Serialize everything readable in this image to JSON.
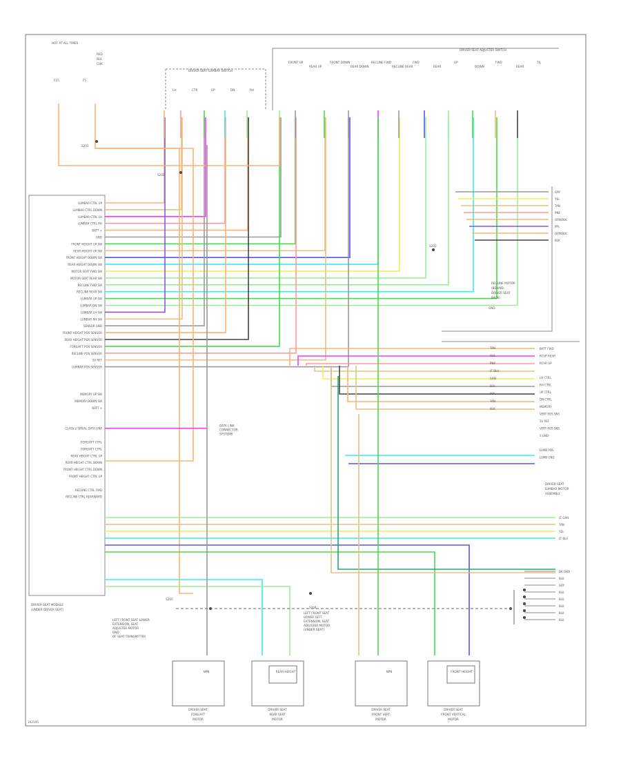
{
  "top_left": {
    "hot_label_lines": [
      "HOT AT ALL TIMES"
    ],
    "fuse_labels": [
      "F15",
      "F5"
    ],
    "extra_lines": [
      "RED",
      "BLK",
      "CHK"
    ]
  },
  "switch_left": {
    "label": "DRIVER SEAT LUMBAR SWITCH",
    "pins": [
      "LH",
      "CTR",
      "UP",
      "DN",
      "RH"
    ]
  },
  "switch_right": {
    "label": "DRIVER SEAT ADJUSTER SWITCH",
    "pins": [
      "FRONT UP",
      "REAR UP",
      "FRONT DOWN",
      "REAR DOWN",
      "RECLINE FWD",
      "RECLINE REAR",
      "FWD",
      "REAR",
      "UP",
      "DOWN",
      "FWD",
      "REAR",
      "TIL"
    ]
  },
  "splices": [
    "S201",
    "S202",
    "S203",
    "S204",
    "S205"
  ],
  "module": {
    "label": "DRIVER SEAT MODULE (UNDER DRIVER SEAT)",
    "pins": [
      "LUMBAR CTRL UP",
      "LUMBAR CTRL DOWN",
      "LUMBAR CTRL LH",
      "LUMBAR CTRL RH",
      "BATT +",
      "GND",
      "FRONT HEIGHT UP SW",
      "REAR HEIGHT UP SW",
      "FRONT HEIGHT DOWN SW",
      "REAR HEIGHT DOWN SW",
      "MOTOR SEAT FWD SW",
      "MOTOR SEAT REAR SW",
      "RECLINE FWD SW",
      "RECLINE REAR SW",
      "LUMBAR UP SW",
      "LUMBAR DN SW",
      "LUMBAR LH SW",
      "LUMBAR RH SW",
      "SENSOR GND",
      "FRONT HEIGHT POS SENSOR",
      "REAR HEIGHT POS SENSOR",
      "FORE/AFT POS SENSOR",
      "RECLINE POS SENSOR",
      "5V REF",
      "LUMBAR POS SENSOR",
      "",
      "",
      "",
      "MEMORY UP SW",
      "MEMORY DOWN SW",
      "BATT +",
      "",
      "",
      "CLASS 2 SERIAL DATA LINE",
      "",
      "FORE/AFT CTRL",
      "FORE/AFT CTRL",
      "REAR HEIGHT CTRL UP",
      "REAR HEIGHT CTRL DOWN",
      "FRONT HEIGHT CTRL DOWN",
      "FRONT HEIGHT CTRL UP",
      "",
      "RECLINE CTRL FWD",
      "RECLINE CTRL REARWARD"
    ]
  },
  "right_top_connector": [
    "GRY",
    "YEL",
    "TAN",
    "PNK",
    "ORN/BLK",
    "PPL",
    "ORN/BLK",
    "BLK"
  ],
  "rear_motor": {
    "lines": [
      "RECLINE MOTOR",
      "(BEHIND",
      "DRIVER SEAT",
      "BACK)"
    ],
    "label": "GND"
  },
  "right_mid_block": {
    "left_codes": [
      "TAN",
      "BLK",
      "PNK",
      "LT BLU",
      "GRN",
      "BLK",
      "BLK",
      "TAN",
      "BLK"
    ],
    "right_labels": [
      "BATT FWD",
      "RCVR REAR",
      "RCVR UP",
      "",
      "LH CTRL",
      "RH CTRL",
      "UP CTRL",
      "DN CTRL",
      "MEMORY",
      "VERT POS SNS",
      "5V REF",
      "VERT POS SNS",
      "S GND",
      "",
      "LUMB POS",
      "LUMB GND"
    ]
  },
  "lumbar_assembly": {
    "lines": [
      "DRIVER SEAT",
      "LUMBAR MOTOR",
      "ASSEMBLY"
    ]
  },
  "class2_dest": {
    "lines": [
      "DATA LINK",
      "CONNECTOR",
      "SYSTEMS"
    ]
  },
  "lower_right_codes": [
    "LT GRN",
    "TAN",
    "YEL",
    "LT BLU"
  ],
  "bottom_right_codes": [
    "DK GRN",
    "BLK",
    "GRY",
    "BLK",
    "BLK",
    "BLK",
    "BLK",
    "BLK"
  ],
  "notes": {
    "left": [
      "LEFT FRONT SEAT LOWER",
      "EXTENSION, SEAT",
      "ADJUSTER MOTOR",
      "GND",
      "OF SEAT TRANSMITTER"
    ],
    "center": [
      "LEFT FRONT SEAT",
      "LOWER LEFT",
      "EXTENSION, SEAT",
      "ADJUSTER MOTOR",
      "(UNDER SEAT)"
    ]
  },
  "motors": [
    {
      "lines": [
        "DRIVER SEAT",
        "FORE/AFT",
        "MOTOR"
      ],
      "inner": "NPN"
    },
    {
      "lines": [
        "DRIVER SEAT",
        "REAR VERT",
        "MOTOR"
      ],
      "inner": "REAR HEIGHT"
    },
    {
      "lines": [
        "DRIVER SEAT",
        "FRONT VERT",
        "MOTOR"
      ],
      "inner": "NPN"
    },
    {
      "lines": [
        "DRIVER SEAT",
        "FRONT VERTICAL",
        "MOTOR"
      ],
      "inner": "FRONT HEIGHT"
    }
  ],
  "footer_code": "102145",
  "colors": {
    "orange": "#ffb070",
    "green": "#44dd44",
    "lt_green": "#99ee99",
    "cyan": "#33eeee",
    "magenta": "#ff33ff",
    "blue": "#5555ee",
    "purple": "#8855dd",
    "yellow": "#eeee55",
    "tan": "#e8c080",
    "pink": "#ff9999",
    "gray": "#999999",
    "black": "#444444",
    "dkgreen": "#22aa66"
  }
}
